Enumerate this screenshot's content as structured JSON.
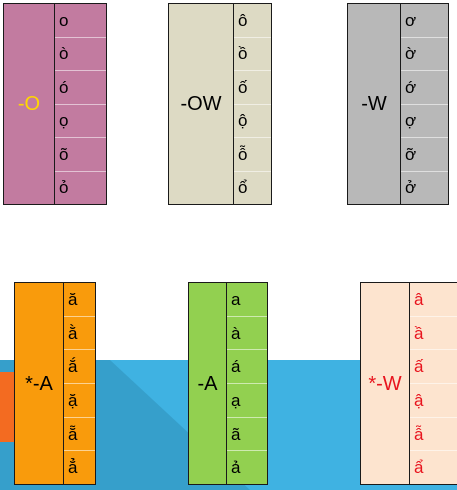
{
  "cards": [
    {
      "label": "-O",
      "bg": "#c27ba0",
      "label_color": "#ffd700",
      "letter_color": "#000000",
      "letters": [
        "o",
        "ò",
        "ó",
        "ọ",
        "õ",
        "ỏ"
      ]
    },
    {
      "label": "-OW",
      "bg": "#dddac4",
      "label_color": "#000000",
      "letter_color": "#000000",
      "letters": [
        "ô",
        "ồ",
        "ố",
        "ộ",
        "ỗ",
        "ổ"
      ]
    },
    {
      "label": "-W",
      "bg": "#b8b8b8",
      "label_color": "#000000",
      "letter_color": "#000000",
      "letters": [
        "ơ",
        "ờ",
        "ớ",
        "ợ",
        "ỡ",
        "ở"
      ]
    },
    {
      "label": "*-A",
      "bg": "#f99b0c",
      "label_color": "#000000",
      "letter_color": "#000000",
      "letters": [
        "ă",
        "ằ",
        "ắ",
        "ặ",
        "ẵ",
        "ẳ"
      ]
    },
    {
      "label": "-A",
      "bg": "#92d050",
      "label_color": "#000000",
      "letter_color": "#000000",
      "letters": [
        "a",
        "à",
        "á",
        "ạ",
        "ã",
        "ả"
      ]
    },
    {
      "label": "*-W",
      "bg": "#fde4cf",
      "label_color": "#e8141e",
      "letter_color": "#e8141e",
      "letters": [
        "â",
        "ầ",
        "ấ",
        "ậ",
        "ẫ",
        "ẩ"
      ]
    }
  ]
}
